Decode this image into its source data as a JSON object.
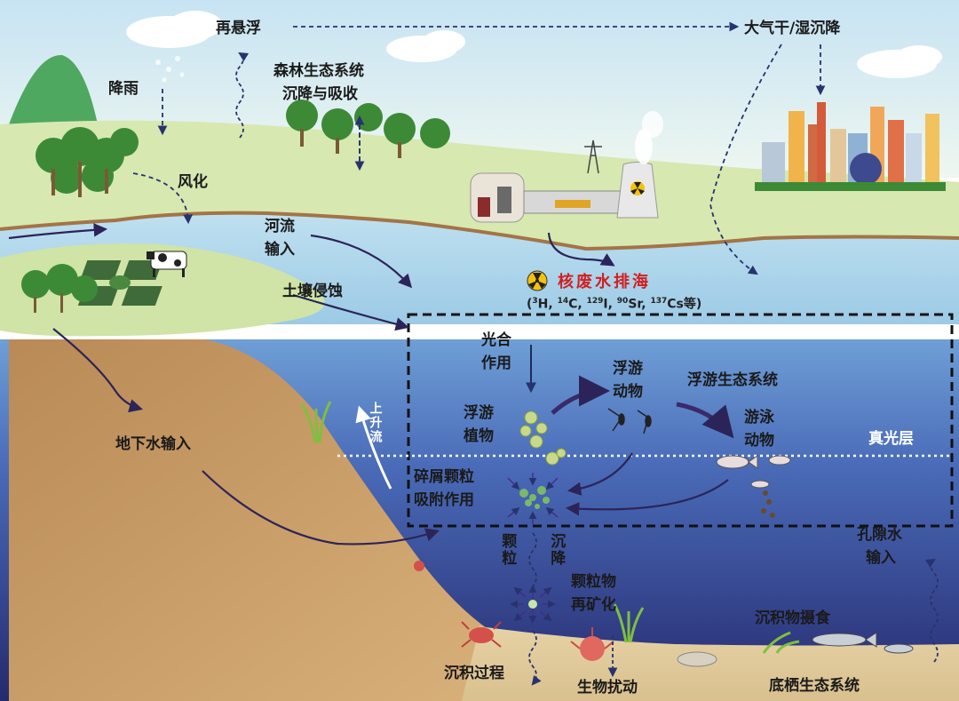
{
  "labels": {
    "resuspension": "再悬浮",
    "atmospheric_deposition": "大气干/湿沉降",
    "rain": "降雨",
    "forest_line1": "森林生态系统",
    "forest_line2": "沉降与吸收",
    "weathering": "风化",
    "river_line1": "河流",
    "river_line2": "输入",
    "soil_erosion": "土壤侵蚀",
    "nuclear_discharge": "核废水排海",
    "isotopes_prefix": "(",
    "iso_h": "3",
    "iso_h_el": "H, ",
    "iso_c": "14",
    "iso_c_el": "C, ",
    "iso_i": "129",
    "iso_i_el": "I, ",
    "iso_sr": "90",
    "iso_sr_el": "Sr, ",
    "iso_cs": "137",
    "iso_cs_el": "Cs等)",
    "photosynthesis_line1": "光合",
    "photosynthesis_line2": "作用",
    "zooplankton_line1": "浮游",
    "zooplankton_line2": "动物",
    "pelagic_ecosystem": "浮游生态系统",
    "phytoplankton_line1": "浮游",
    "phytoplankton_line2": "植物",
    "nekton_line1": "游泳",
    "nekton_line2": "动物",
    "euphotic_layer": "真光层",
    "upwelling": "上升流",
    "groundwater": "地下水输入",
    "detritus_line1": "碎屑颗粒",
    "detritus_line2": "吸附作用",
    "particle": "颗粒",
    "settling": "沉降",
    "remineralization_line1": "颗粒物",
    "remineralization_line2": "再矿化",
    "porewater_line1": "孔隙水",
    "porewater_line2": "输入",
    "sediment_feeding": "沉积物摄食",
    "sedimentation": "沉积过程",
    "bioturbation": "生物扰动",
    "benthic_ecosystem": "底栖生态系统"
  },
  "colors": {
    "sky": "#d6ecf6",
    "land": "#d8e7b4",
    "river": "#a8d3ea",
    "ocean_top": "#8fb6e0",
    "ocean_deep": "#2b2f7a",
    "seabed": "#c49a63",
    "accent_red": "#d21f1f",
    "arrow_dark": "#2c2458"
  }
}
